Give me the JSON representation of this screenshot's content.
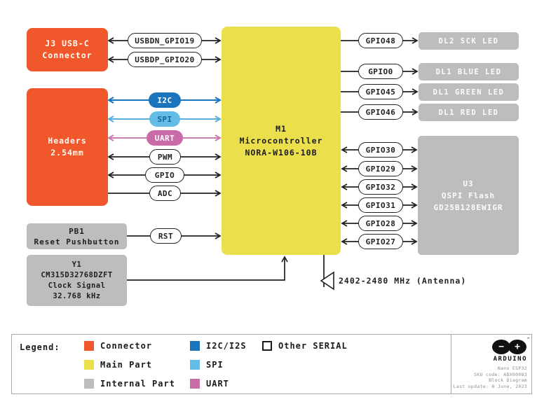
{
  "diagram": {
    "blocks": {
      "j3": {
        "lines": [
          "J3 USB-C",
          "Connector"
        ]
      },
      "headers": {
        "lines": [
          "Headers",
          "2.54mm"
        ]
      },
      "pb1": {
        "lines": [
          "PB1",
          "Reset Pushbutton"
        ]
      },
      "y1": {
        "lines": [
          "Y1",
          "CM315D32768DZFT",
          "Clock Signal",
          "32.768 kHz"
        ]
      },
      "m1": {
        "lines": [
          "M1",
          "Microcontroller",
          "NORA-W106-10B"
        ]
      },
      "u3": {
        "lines": [
          "U3",
          "QSPI Flash",
          "GD25B128EWIGR"
        ]
      },
      "leds": [
        "DL2 SCK LED",
        "DL1 BLUE LED",
        "DL1 GREEN LED",
        "DL1 RED LED"
      ]
    },
    "left_signals": [
      "USBDN_GPIO19",
      "USBDP_GPIO20",
      "I2C",
      "SPI",
      "UART",
      "PWM",
      "GPIO",
      "ADC",
      "RST"
    ],
    "right_signals": [
      "GPIO48",
      "GPIO0",
      "GPIO45",
      "GPIO46",
      "GPIO30",
      "GPIO29",
      "GPIO32",
      "GPIO31",
      "GPIO28",
      "GPIO27"
    ],
    "antenna_label": "2402-2480 MHz (Antenna)"
  },
  "legend": {
    "title": "Legend:",
    "items": [
      {
        "label": "Connector",
        "color": "#F0582B"
      },
      {
        "label": "Main Part",
        "color": "#EBDF4B"
      },
      {
        "label": "Internal Part",
        "color": "#BDBDBD"
      },
      {
        "label": "I2C/I2S",
        "color": "#1B75BC"
      },
      {
        "label": "SPI",
        "color": "#63BDE7"
      },
      {
        "label": "UART",
        "color": "#C96BA7"
      },
      {
        "label": "Other SERIAL",
        "color": "#FFFFFF"
      }
    ]
  },
  "branding": {
    "logo_minus": "−",
    "logo_plus": "+",
    "trademark": "™",
    "name": "ARDUINO",
    "info_lines": [
      "Nano ESP32",
      "SKU code: ABX00083",
      "Block Diagram",
      "Last update: 8 June, 2023"
    ]
  },
  "colors": {
    "connector": "#F0582B",
    "main_part": "#EBDF4B",
    "internal_part": "#BDBDBD",
    "i2c": "#1B75BC",
    "spi": "#63BDE7",
    "uart": "#C96BA7",
    "line": "#231F20"
  }
}
